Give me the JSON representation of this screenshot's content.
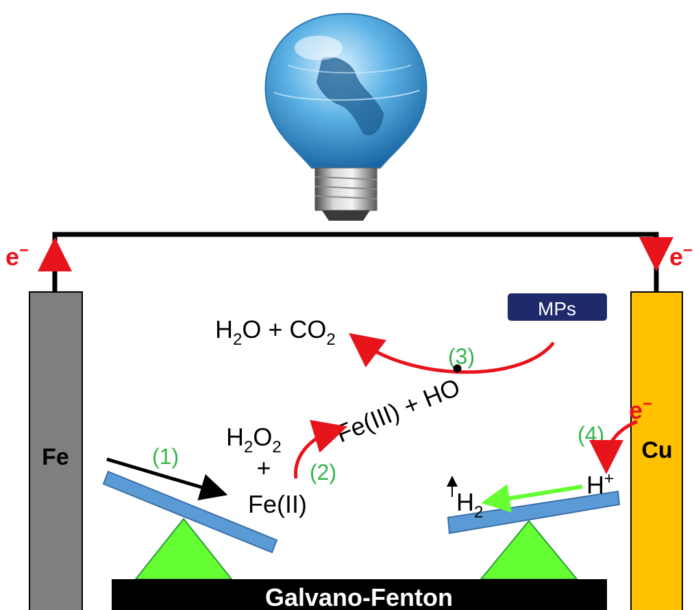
{
  "electrodes": {
    "anode": {
      "label": "Fe",
      "color": "#7f7f7f"
    },
    "cathode": {
      "label": "Cu",
      "color": "#ffc000"
    }
  },
  "electron": {
    "base": "e",
    "sup": "−"
  },
  "mps_label": "MPs",
  "products": {
    "h2o": "H",
    "h2o_sub": "2",
    "h2o_rest": "O + CO",
    "co2_sub": "2"
  },
  "reactants": {
    "h2o2_h": "H",
    "h2o2_sub1": "2",
    "h2o2_o": "O",
    "h2o2_sub2": "2",
    "plus": "+",
    "fe2": "Fe(II)"
  },
  "radical": {
    "text": "Fe(III) + HO",
    "dot": "•"
  },
  "hydrogen": {
    "h2": "H",
    "h2_sub": "2",
    "hplus": "H",
    "hplus_sup": "+"
  },
  "steps": [
    "(1)",
    "(2)",
    "(3)",
    "(4)"
  ],
  "base_label": "Galvano-Fenton",
  "colors": {
    "wire": "#000000",
    "arrow_red": "#e8141b",
    "step_green": "#33b54a",
    "plank": "#5b9bd5",
    "fulcrum": "#66ff33",
    "mps_box": "#1f2a6b",
    "h2_arrow": "#66ff33",
    "bulb": "#4fa3d8"
  }
}
